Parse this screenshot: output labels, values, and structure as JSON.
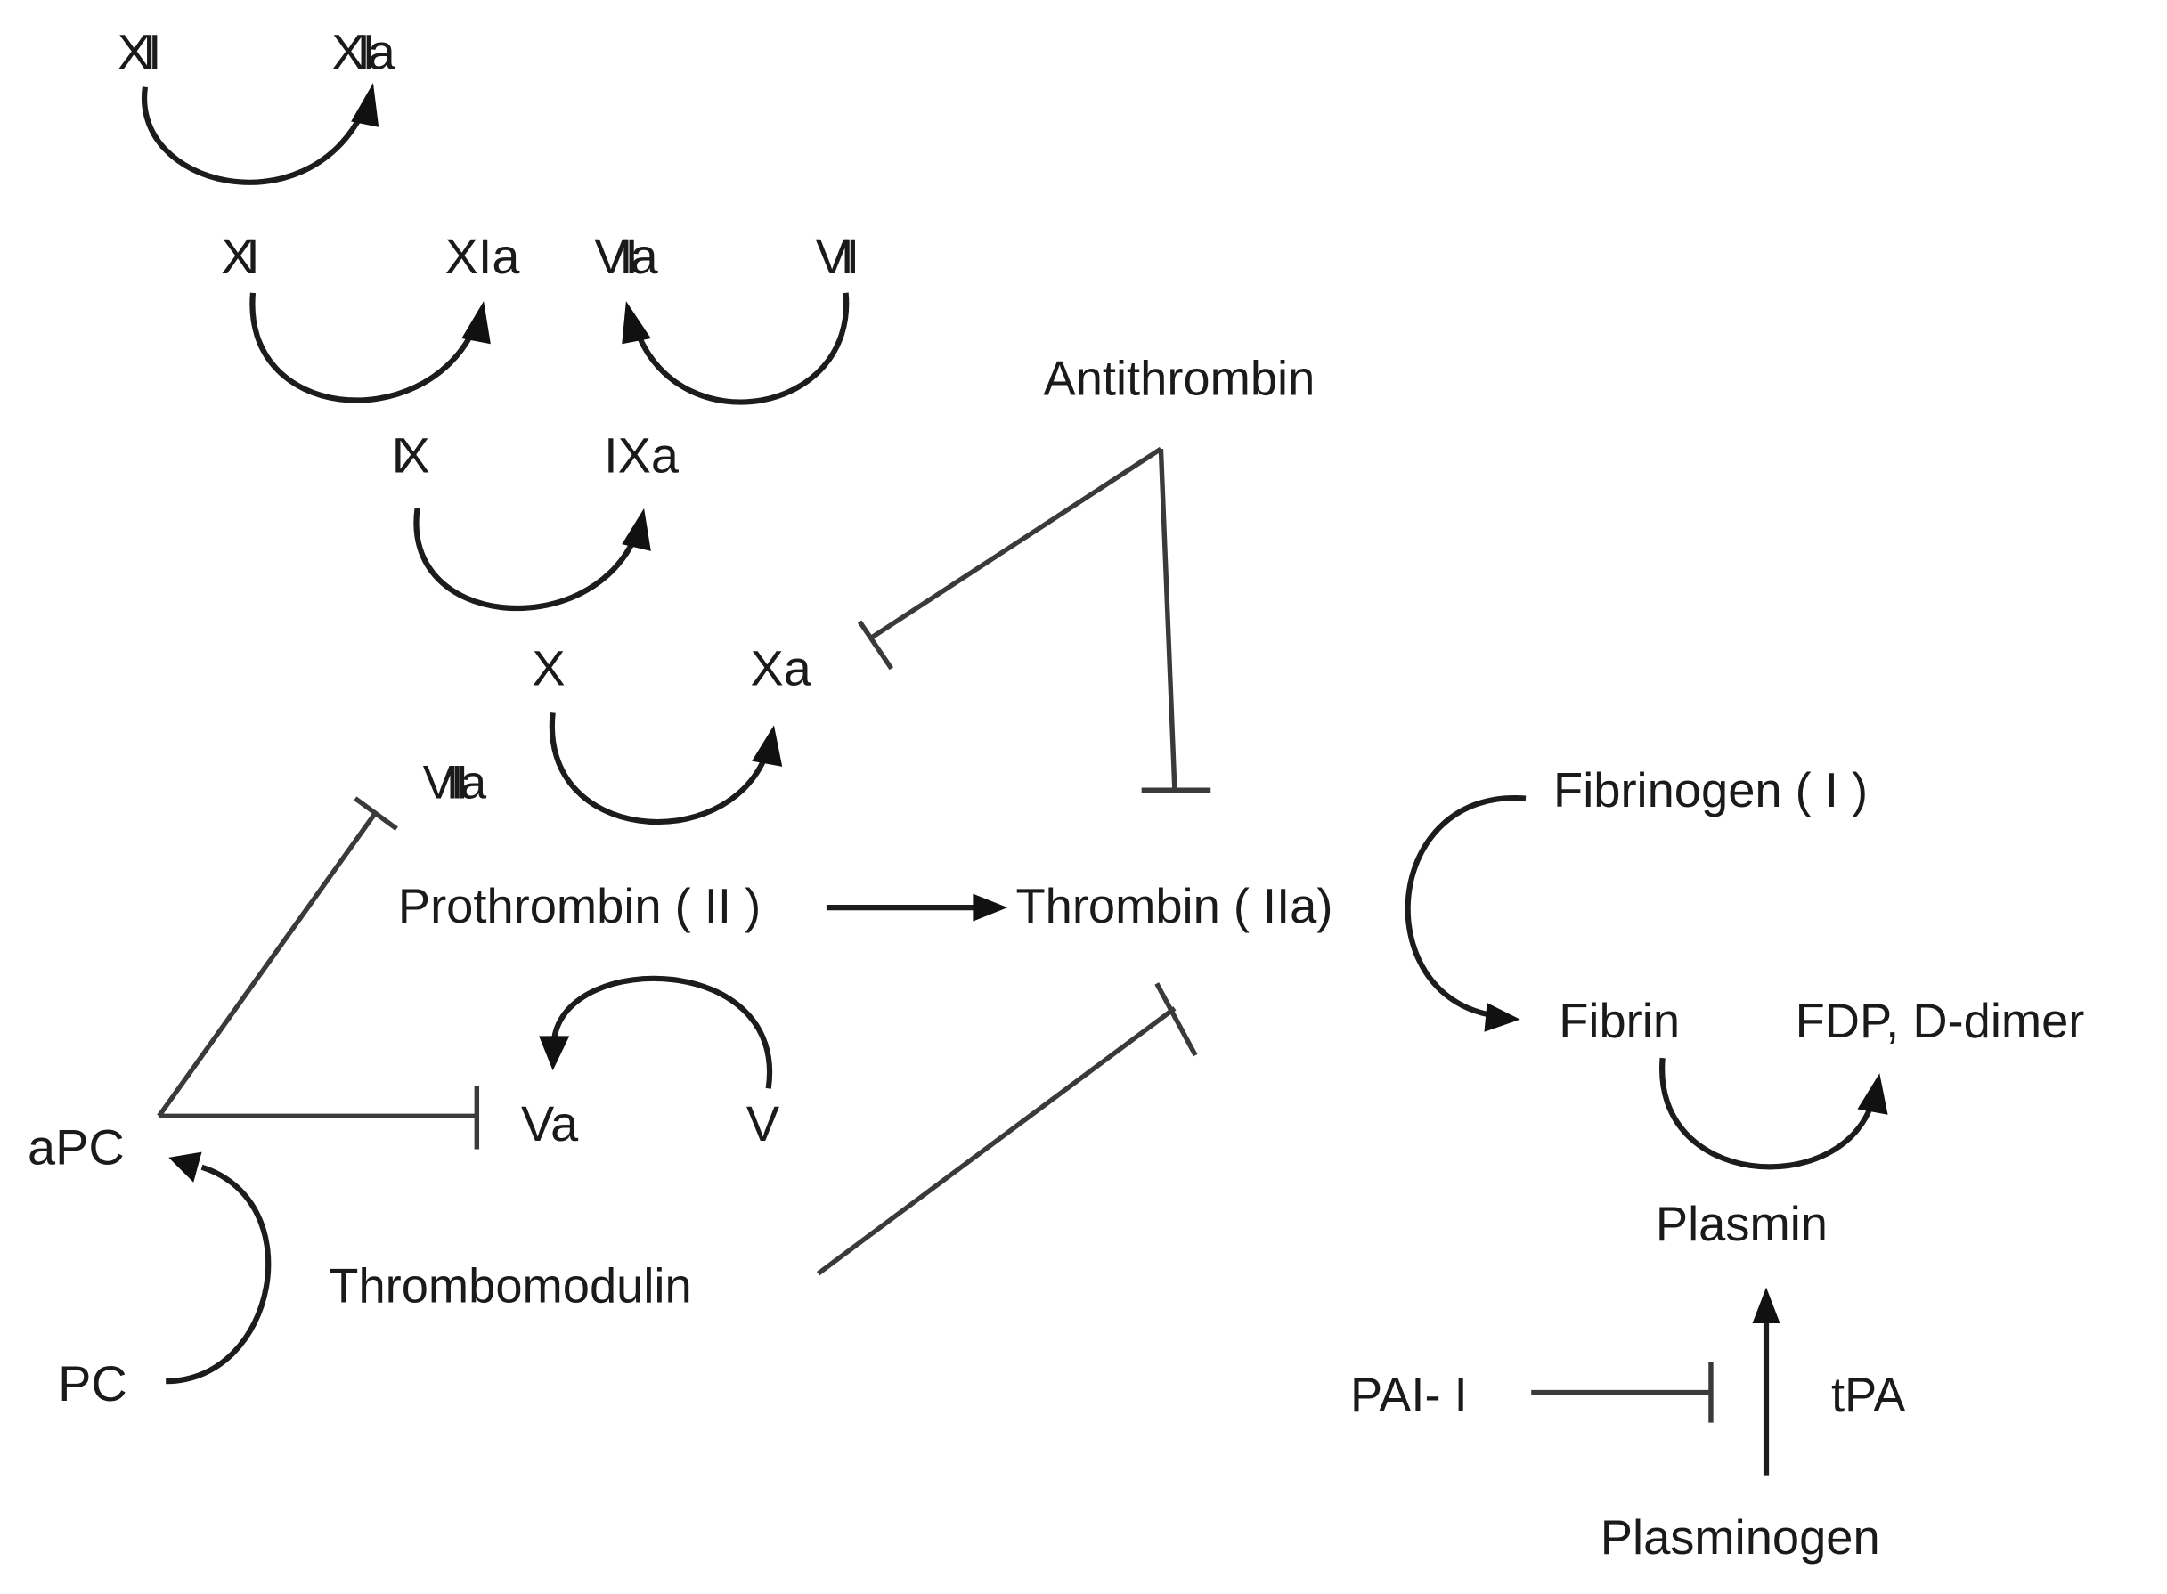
{
  "nodes": {
    "xii": "XII",
    "xiia": "XIIa",
    "xi": "XI",
    "xia": "XIa",
    "viia": "VIIa",
    "vii": "VII",
    "antithrombin": "Antithrombin",
    "ix": "IX",
    "ixa": "IXa",
    "x": "X",
    "xa": "Xa",
    "viiia": "VIIIa",
    "fibrinogen": "Fibrinogen ( I )",
    "prothrombin": "Prothrombin ( II )",
    "thrombin": "Thrombin ( IIa)",
    "fibrin": "Fibrin",
    "fdp": "FDP, D-dimer",
    "va": "Va",
    "v": "V",
    "apc": "aPC",
    "plasmin": "Plasmin",
    "thrombomodulin": "Thrombomodulin",
    "pc": "PC",
    "pai": "PAI- I",
    "tpa": "tPA",
    "plasminogen": "Plasminogen"
  },
  "colors": {
    "text": "#1a1a1a",
    "line": "#1c1c1c",
    "background": "#ffffff"
  }
}
